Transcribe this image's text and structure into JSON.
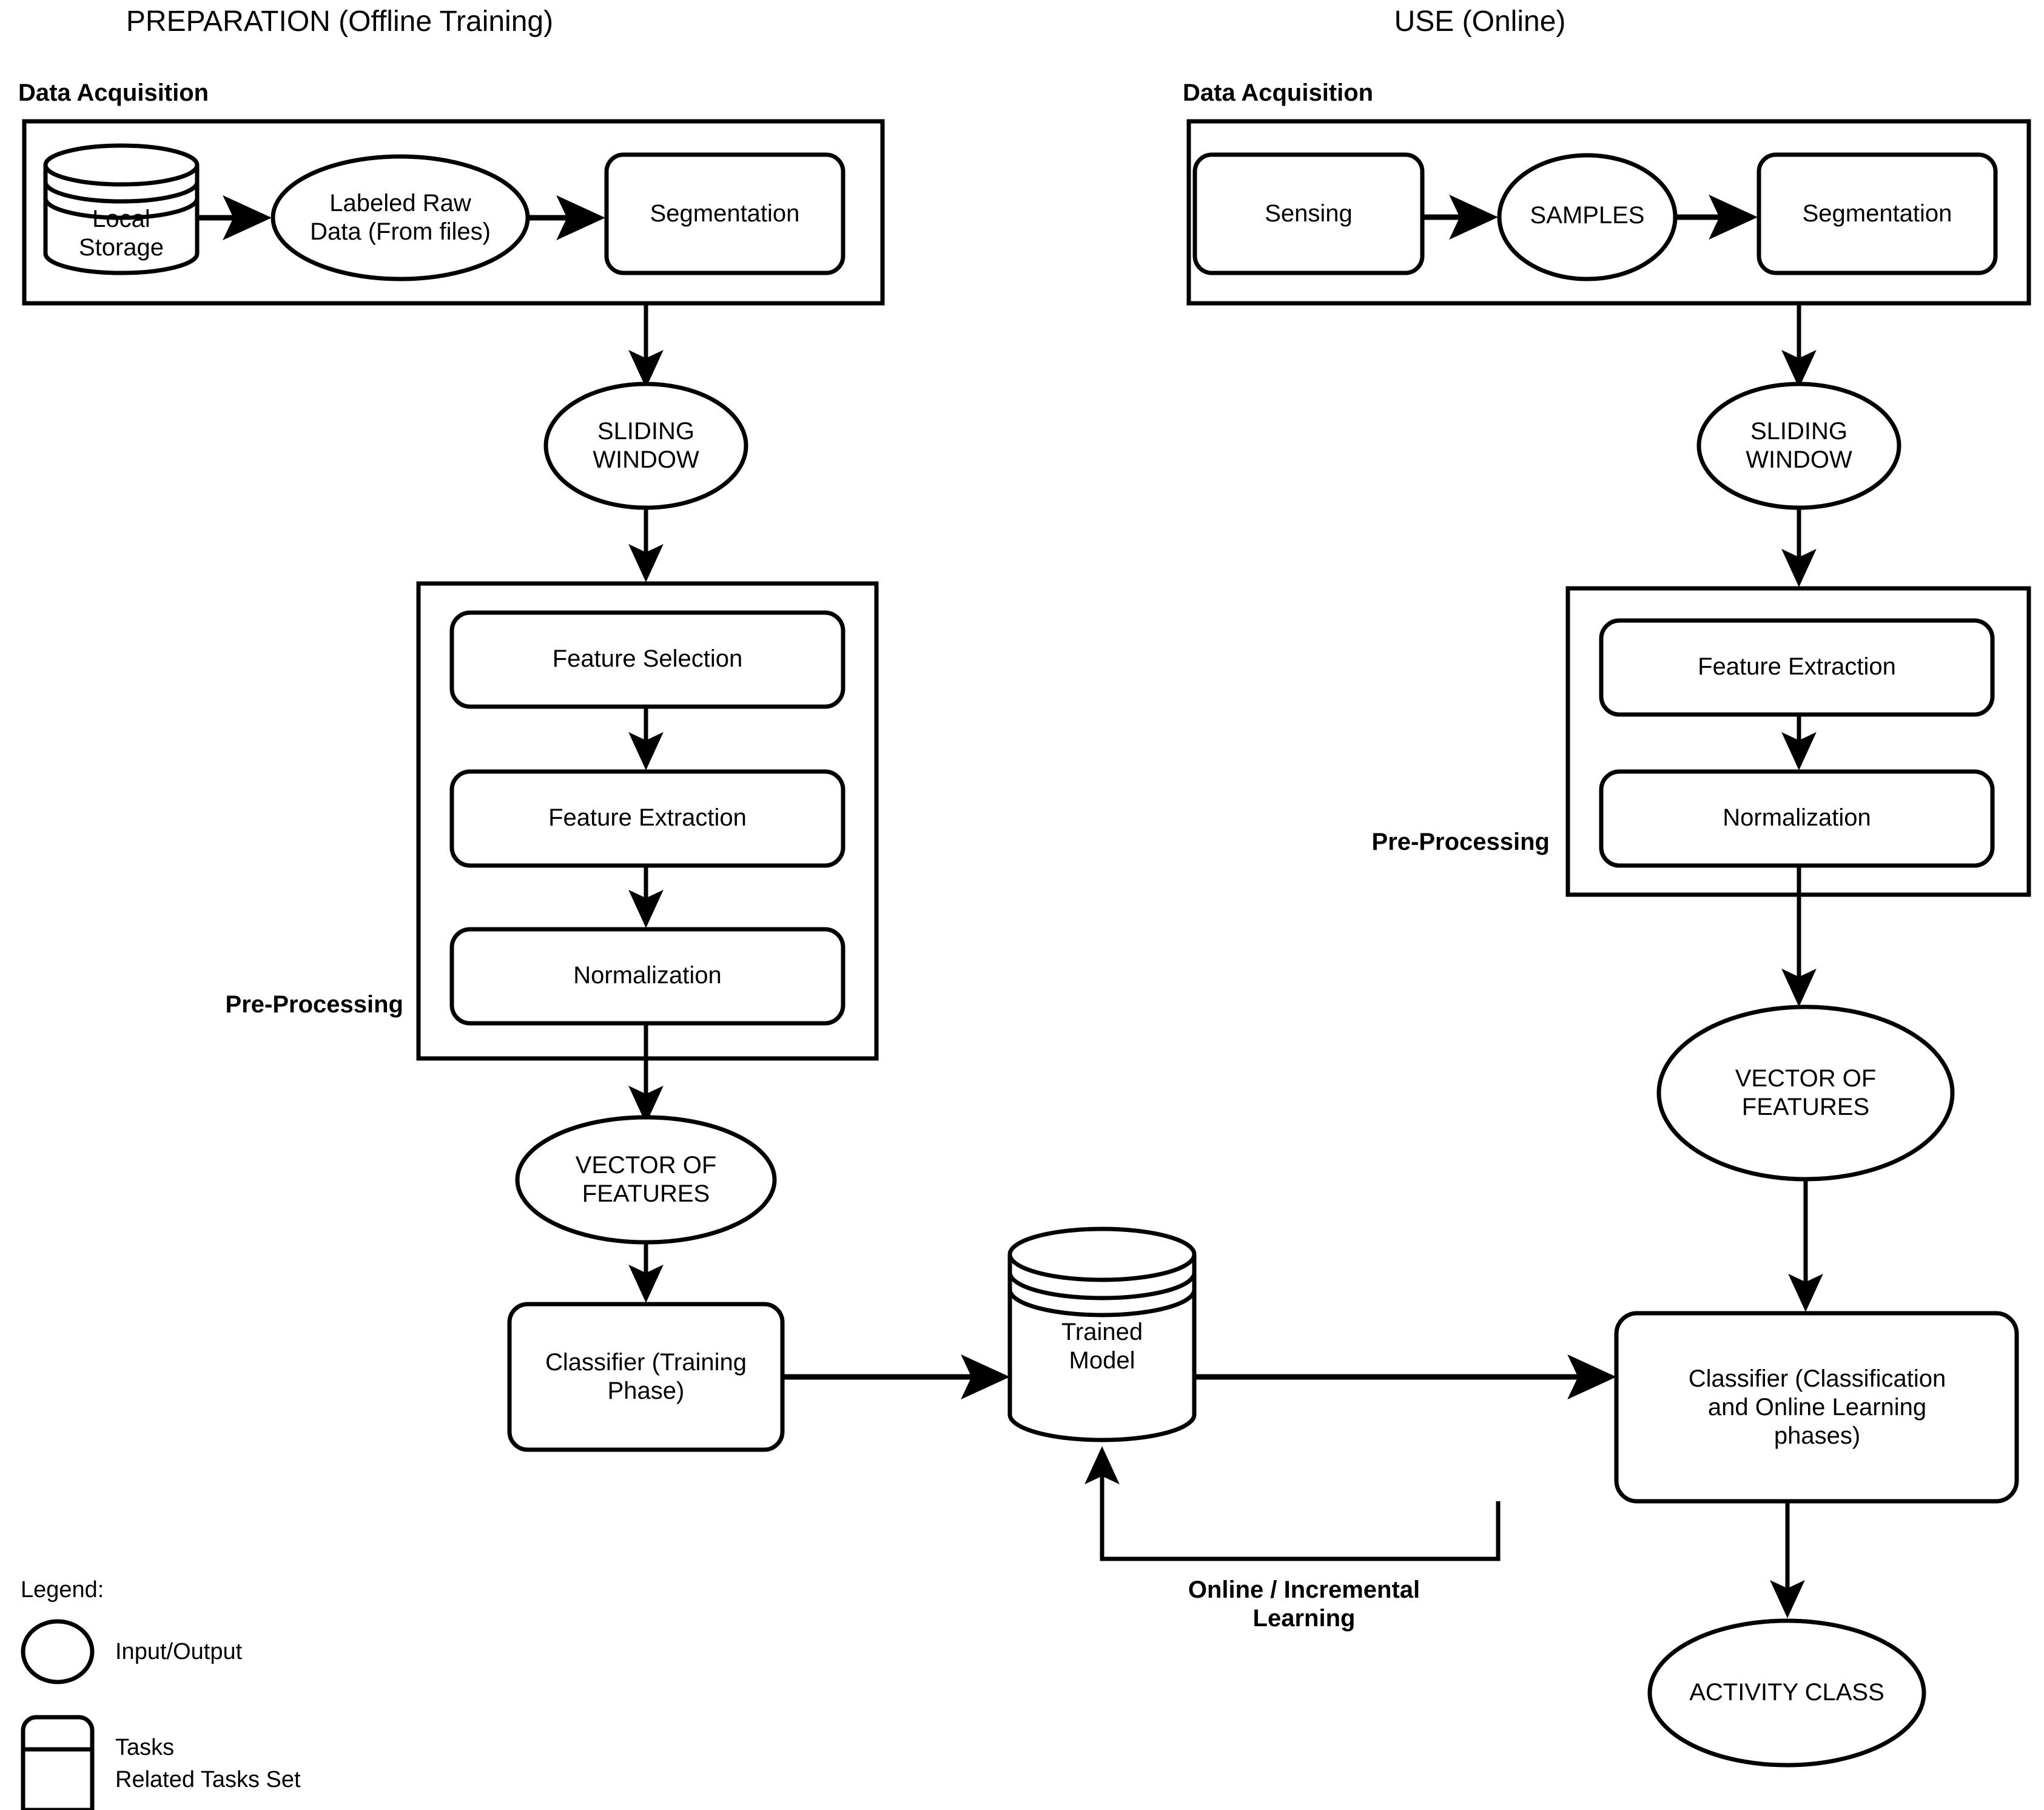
{
  "figure": {
    "type": "flowchart",
    "background": "#ffffff",
    "stroke": "#000000"
  },
  "columns": {
    "left": {
      "title": "PREPARATION (Offline Training)",
      "groups": {
        "data_acquisition": {
          "header": "Data Acquisition",
          "nodes": {
            "local_storage": "Local\nStorage",
            "labeled_raw_data": "Labeled Raw\nData (From files)",
            "segmentation": "Segmentation"
          }
        },
        "pre_processing": {
          "header": "Pre-Processing",
          "nodes": {
            "feature_selection": "Feature Selection",
            "feature_extraction": "Feature Extraction",
            "normalization": "Normalization"
          }
        }
      },
      "nodes": {
        "sliding_window": "SLIDING\nWINDOW",
        "vector_of_features": "VECTOR OF\nFEATURES",
        "classifier_training": "Classifier (Training\nPhase)"
      }
    },
    "right": {
      "title": "USE (Online)",
      "groups": {
        "data_acquisition": {
          "header": "Data Acquisition",
          "nodes": {
            "sensing": "Sensing",
            "samples": "SAMPLES",
            "segmentation": "Segmentation"
          }
        },
        "pre_processing": {
          "header": "Pre-Processing",
          "nodes": {
            "feature_extraction": "Feature Extraction",
            "normalization": "Normalization"
          }
        }
      },
      "nodes": {
        "sliding_window": "SLIDING\nWINDOW",
        "vector_of_features": "VECTOR OF\nFEATURES",
        "classifier_online": "Classifier (Classification\nand Online Learning\nphases)",
        "activity_class": "ACTIVITY CLASS"
      }
    }
  },
  "center": {
    "trained_model": "Trained\nModel",
    "feedback_label": "Online / Incremental\nLearning"
  },
  "legend": {
    "title": "Legend:",
    "items": [
      {
        "shape": "ellipse",
        "label": "Input/Output"
      },
      {
        "shape": "rounded-rect",
        "label": "Tasks"
      },
      {
        "shape": "rect",
        "label": "Related Tasks Set"
      }
    ]
  }
}
